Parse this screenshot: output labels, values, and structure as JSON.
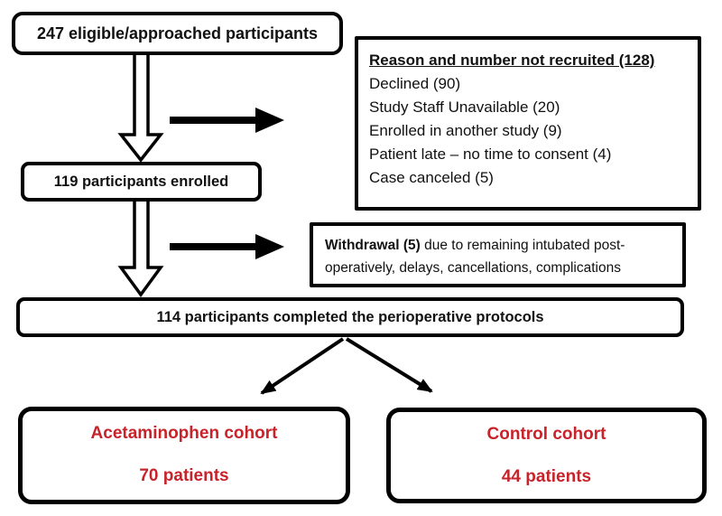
{
  "diagram": {
    "eligible": {
      "label": "247 eligible/approached participants"
    },
    "not_recruited": {
      "title": "Reason and number not recruited (128)",
      "items": [
        "Declined (90)",
        "Study Staff Unavailable (20)",
        "Enrolled in another study (9)",
        "Patient late – no time to consent (4)",
        "Case canceled (5)"
      ]
    },
    "enrolled": {
      "label": "119 participants enrolled"
    },
    "withdrawal": {
      "bold": "Withdrawal (5)",
      "rest": " due to remaining intubated post-operatively, delays, cancellations, complications"
    },
    "completed": {
      "label": "114 participants completed the perioperative protocols"
    },
    "cohorts": {
      "acetaminophen": {
        "title": "Acetaminophen cohort",
        "count": "70 patients"
      },
      "control": {
        "title": "Control cohort",
        "count": "44 patients"
      }
    }
  },
  "colors": {
    "box_border": "#000000",
    "arrow": "#000000",
    "cohort_text": "#c8232b",
    "background": "#ffffff"
  }
}
